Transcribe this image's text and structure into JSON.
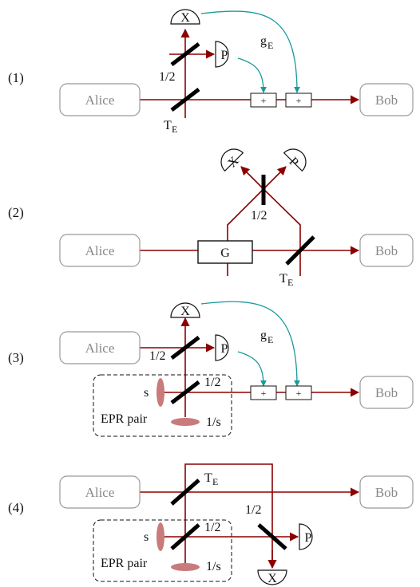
{
  "panels": [
    {
      "number": "(1)",
      "alice": "Alice",
      "bob": "Bob",
      "x_detector": "X",
      "p_detector": "P",
      "splitter_ratio": "1/2",
      "tap": "T",
      "tap_sub": "E",
      "gain": "g",
      "gain_sub": "E",
      "plus1": "+",
      "plus2": "+"
    },
    {
      "number": "(2)",
      "alice": "Alice",
      "bob": "Bob",
      "x_detector": "X",
      "p_detector": "P",
      "splitter_ratio": "1/2",
      "gain_box": "G",
      "tap": "T",
      "tap_sub": "E"
    },
    {
      "number": "(3)",
      "alice": "Alice",
      "bob": "Bob",
      "x_detector": "X",
      "p_detector": "P",
      "splitter_ratio_a": "1/2",
      "splitter_ratio_b": "1/2",
      "gain": "g",
      "gain_sub": "E",
      "plus1": "+",
      "plus2": "+",
      "squeeze_s": "s",
      "squeeze_inv": "1/s",
      "epr": "EPR pair"
    },
    {
      "number": "(4)",
      "alice": "Alice",
      "bob": "Bob",
      "x_detector": "X",
      "p_detector": "P",
      "tap": "T",
      "tap_sub": "E",
      "splitter_ratio_a": "1/2",
      "splitter_ratio_b": "1/2",
      "squeeze_s": "s",
      "squeeze_inv": "1/s",
      "epr": "EPR pair"
    }
  ]
}
